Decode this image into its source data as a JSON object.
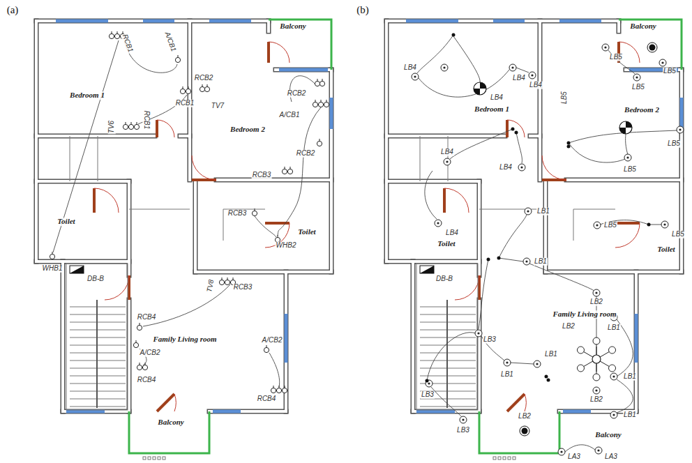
{
  "diagram": {
    "labels": [
      "(a)",
      "Bedroom 1",
      "RCB1",
      "A/CB1",
      "RCB2",
      "RCB1",
      "TV7",
      "TV6",
      "RCB1",
      "Balcony",
      "RCB2",
      "Bedroom 2",
      "A/CB1",
      "RCB2",
      "RCB3",
      "RCB3",
      "Toilet",
      "Toilet",
      "WHB1",
      "WHB2",
      "DB-B",
      "TV8",
      "RCB3",
      "RCB4",
      "Family Living room",
      "A/CB2",
      "A/CB2",
      "RCB4",
      "RCB4",
      "Balcony",
      "(b)",
      "LB4",
      "LB4",
      "Bedroom 1",
      "LB4",
      "LB4",
      "Balcony",
      "LB5",
      "LB5",
      "LB5",
      "LB5",
      "Bedroom 2",
      "LB5",
      "LB5",
      "LB4",
      "LB4",
      "LB4",
      "Toilet",
      "LB1",
      "LB5",
      "LB5",
      "Toilet",
      "DB-B",
      "LB1",
      "LB2",
      "Family Living room",
      "LB2",
      "LB1",
      "LB3",
      "LB1",
      "LB1",
      "LB1",
      "LB3",
      "LB2",
      "LB3",
      "LB2",
      "LB1",
      "Balcony",
      "LA3",
      "LA3"
    ]
  }
}
